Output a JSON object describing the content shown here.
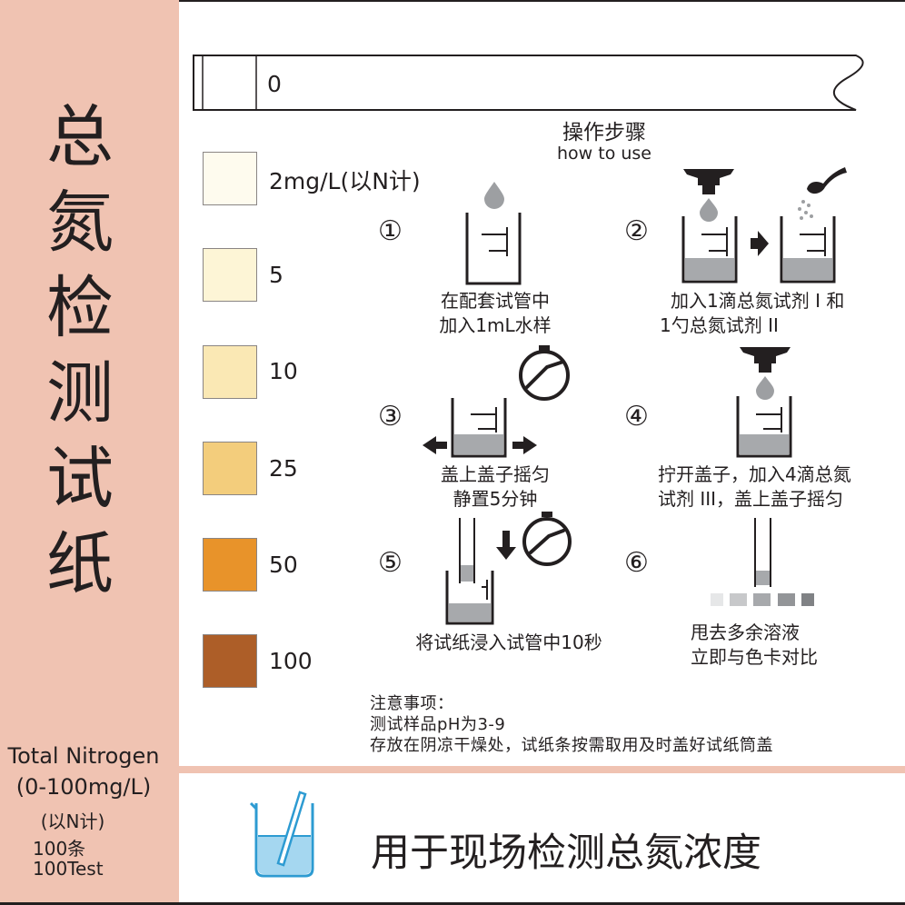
{
  "sidebar": {
    "title_chars": [
      "总",
      "氮",
      "检",
      "测",
      "试",
      "纸"
    ],
    "english_name": "Total Nitrogen",
    "range": "(0-100mg/L)",
    "unit_note": "(以N计)",
    "count_cn": "100条",
    "count_en": "100Test"
  },
  "color_chart": {
    "strip_label": "0",
    "levels": [
      {
        "label": "2mg/L(以N计)",
        "color": "#fefbee"
      },
      {
        "label": "5",
        "color": "#fdf5d6"
      },
      {
        "label": "10",
        "color": "#fae8b4"
      },
      {
        "label": "25",
        "color": "#f3cd7c"
      },
      {
        "label": "50",
        "color": "#e8932a"
      },
      {
        "label": "100",
        "color": "#ad5e28"
      }
    ]
  },
  "instructions": {
    "title_cn": "操作步骤",
    "title_en": "how to use",
    "steps": [
      {
        "number": "①",
        "line1": "在配套试管中",
        "line2": "加入1mL水样"
      },
      {
        "number": "②",
        "line1": "加入1滴总氮试剂 I 和",
        "line2": "1勺总氮试剂 II"
      },
      {
        "number": "③",
        "line1": "盖上盖子摇匀",
        "line2": "静置5分钟"
      },
      {
        "number": "④",
        "line1": "拧开盖子，加入4滴总氮",
        "line2": "试剂 III，盖上盖子摇匀"
      },
      {
        "number": "⑤",
        "line1": "将试纸浸入试管中10秒",
        "line2": ""
      },
      {
        "number": "⑥",
        "line1": "甩去多余溶液",
        "line2": "立即与色卡对比"
      }
    ]
  },
  "notes": {
    "heading": "注意事项：",
    "lines": [
      "测试样品pH为3-9",
      "存放在阴凉干燥处，试纸条按需取用及时盖好试纸筒盖"
    ]
  },
  "footer": {
    "slogan": "用于现场检测总氮浓度"
  },
  "colors": {
    "accent_pink": "#f0c3b2",
    "dark": "#231f20",
    "sample_gray": "#a7a9ac",
    "drop_gray": "#9d9fa2",
    "beaker_blue": "#2d9bd2"
  }
}
